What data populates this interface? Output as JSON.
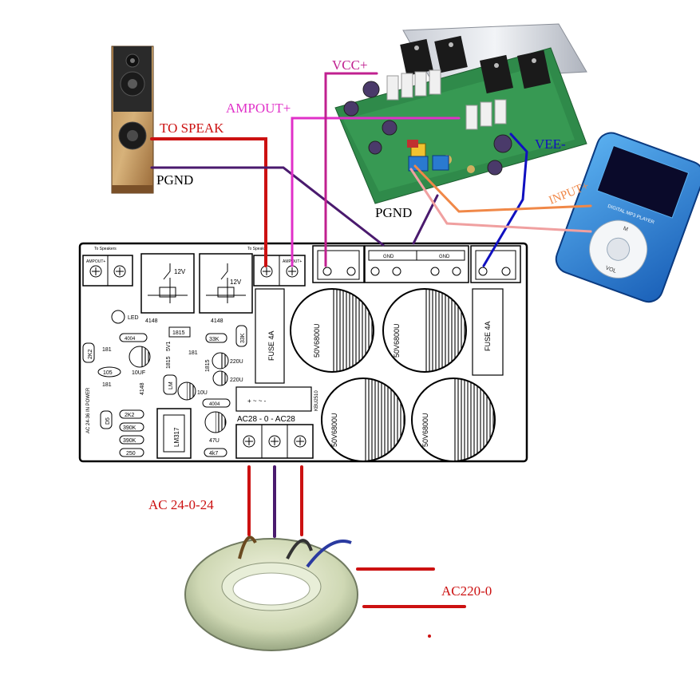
{
  "labels": {
    "to_speak": "TO SPEAK",
    "pgnd_speaker": "PGND",
    "ampout": "AMPOUT+",
    "vcc": "VCC+",
    "vee": "VEE-",
    "input": "INPUT+",
    "pgnd_board": "PGND",
    "ac_secondary": "AC 24-0-24",
    "ac_primary": "AC220-0"
  },
  "pcb": {
    "to_speaker_1": "To Speakers",
    "to_speaker_2": "To Speaker",
    "ampout_1": "AMPOUT+",
    "ampout_2": "AMPOUT+",
    "gnd_1": "GND",
    "gnd_2": "GND",
    "relay_v1": "12V",
    "relay_v2": "12V",
    "d4148_1": "4148",
    "d4148_2": "4148",
    "r_815": "1815",
    "r_33k_1": "33K",
    "r_33k_2": "33K",
    "fuse_1": "FUSE 4A",
    "fuse_2": "FUSE 4A",
    "cap_1": "50V6800U",
    "cap_2": "50V6800U",
    "cap_3": "50V6800U",
    "cap_4": "50V6800U",
    "led": "LED",
    "d4004_1": "4004",
    "d4004_2": "4004",
    "r_2k2_1": "2K2",
    "r_2k2_2": "2K2",
    "r_181_1": "181",
    "r_181_2": "181",
    "r_181_3": "181",
    "r_105": "105",
    "c_10uf": "10UF",
    "t_1815": "1815",
    "t_5v1": "5V1",
    "c_220u_1": "220U",
    "c_220u_2": "220U",
    "d_4148_3": "4148",
    "c_10u": "10U",
    "lm": "LM",
    "power_in": "AC 24-36 IN POWER",
    "r_390k_1": "390K",
    "r_390k_2": "390K",
    "r_250": "250",
    "d5": "D5",
    "lm317": "LM317",
    "c_47u": "47U",
    "r_4k7": "4k7",
    "kbu": "KBU2510",
    "ac_terms": "AC28 - 0 - AC28",
    "bridge_marks": "+ ~ ~ -"
  },
  "player": {
    "brand": "DIGITAL MP3 PLAYER",
    "vol": "VOL",
    "menu": "M"
  },
  "colors": {
    "speaker_wire": "#cc1111",
    "pgnd_wire": "#4a1a6e",
    "ampout_wire": "#e030c8",
    "vcc_wire": "#c02090",
    "vee_wire": "#1010c0",
    "input_wire": "#f08848",
    "input_wire2": "#f0a0a0",
    "ac_wire": "#cc1111"
  }
}
